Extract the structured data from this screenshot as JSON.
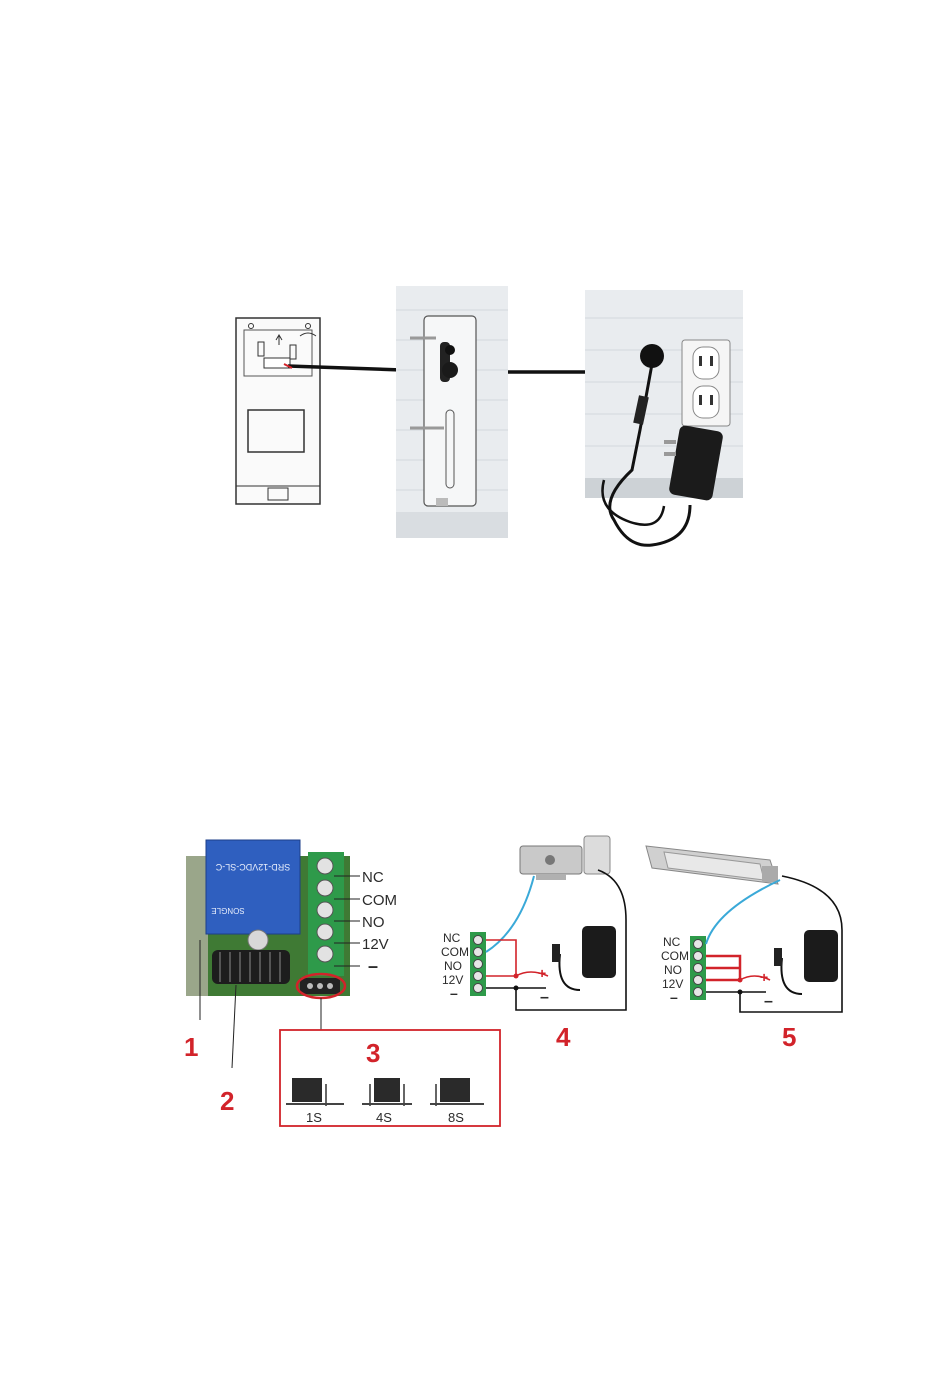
{
  "relay": {
    "terminals": [
      "NC",
      "COM",
      "NO",
      "12V",
      "–"
    ],
    "callouts": [
      "1",
      "2",
      "3"
    ],
    "jumper_section_label": "3",
    "jumpers": [
      "1S",
      "4S",
      "8S"
    ],
    "board_print": [
      "SRD-12VDC-SL-C",
      "SONGLE"
    ]
  },
  "wiring_a": {
    "number": "4",
    "terminals": [
      "NC",
      "COM",
      "NO",
      "12V",
      "–"
    ],
    "plus": "+",
    "minus": "–"
  },
  "wiring_b": {
    "number": "5",
    "terminals": [
      "NC",
      "COM",
      "NO",
      "12V",
      "–"
    ],
    "plus": "+",
    "minus": "–"
  },
  "colors": {
    "accent_red": "#d2232a",
    "terminal_green": "#2e9a4a",
    "wire_blue": "#3aa9d8",
    "wire_black": "#1a1a1a"
  }
}
